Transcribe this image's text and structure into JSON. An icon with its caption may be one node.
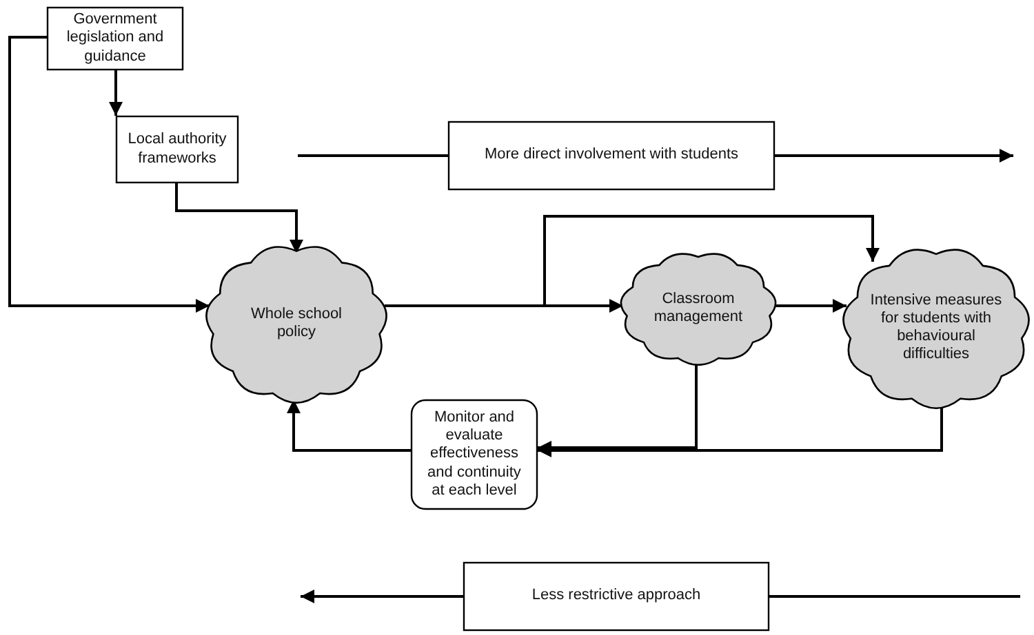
{
  "diagram": {
    "nodes": [
      {
        "text": [
          "Government legislation and guidance"
        ]
      },
      {
        "text": [
          "Local authority frameworks"
        ]
      },
      {
        "text": [
          "Whole school policy"
        ]
      },
      {
        "text": [
          "Classroom management"
        ]
      },
      {
        "text": [
          "Intensive measures for students with behavioural difficulties"
        ]
      },
      {
        "text": [
          "Monitor and evaluate effectiveness and continuity at each level"
        ]
      },
      {
        "text": [
          "More direct involvement with students"
        ]
      },
      {
        "text": [
          "Less restrictive approach"
        ]
      }
    ],
    "edges": [
      {
        "from": 0,
        "to": 1,
        "arrow": "to"
      },
      {
        "from": 0,
        "to": 2,
        "arrow": "to"
      },
      {
        "from": 1,
        "to": 2,
        "arrow": "to"
      },
      {
        "from": 2,
        "to": 3,
        "arrow": "to"
      },
      {
        "from": 2,
        "to": 4,
        "arrow": "to"
      },
      {
        "from": 3,
        "to": 4,
        "arrow": "to"
      },
      {
        "from": 3,
        "to": 5,
        "arrow": "to"
      },
      {
        "from": 4,
        "to": 5,
        "arrow": "to"
      },
      {
        "from": 5,
        "to": 2,
        "arrow": "to"
      },
      {
        "from": null,
        "to": 6,
        "arrow": "none"
      },
      {
        "from": 6,
        "to": null,
        "arrow": "to"
      },
      {
        "from": null,
        "to": 7,
        "arrow": "none"
      },
      {
        "from": 7,
        "to": null,
        "arrow": "to"
      }
    ]
  }
}
